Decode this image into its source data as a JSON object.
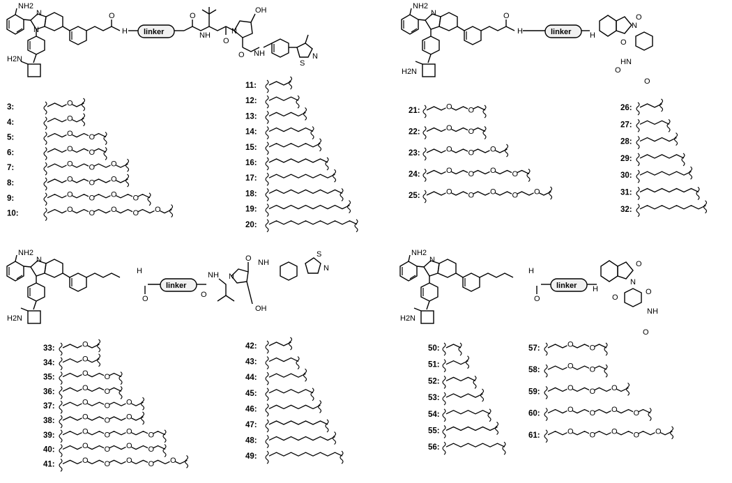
{
  "atoms": {
    "amine": "NH2",
    "amine_alt": "H2N",
    "nitrogen": "N",
    "nh": "NH",
    "hn": "HN",
    "h": "H",
    "oxygen": "O",
    "hydroxyl": "OH",
    "sulfur": "S",
    "linker": "linker"
  },
  "panels": [
    {
      "name": "vhl-amide",
      "chains": [
        {
          "label": "3:",
          "kind": "peg",
          "n": 1
        },
        {
          "label": "4:",
          "kind": "peg",
          "n": 1
        },
        {
          "label": "5:",
          "kind": "peg",
          "n": 2
        },
        {
          "label": "6:",
          "kind": "peg",
          "n": 2
        },
        {
          "label": "7:",
          "kind": "peg",
          "n": 3
        },
        {
          "label": "8:",
          "kind": "peg",
          "n": 3
        },
        {
          "label": "9:",
          "kind": "peg",
          "n": 4
        },
        {
          "label": "10:",
          "kind": "peg",
          "n": 5
        },
        {
          "label": "11:",
          "kind": "alkyl",
          "n": 2
        },
        {
          "label": "12:",
          "kind": "alkyl",
          "n": 3
        },
        {
          "label": "13:",
          "kind": "alkyl",
          "n": 4
        },
        {
          "label": "14:",
          "kind": "alkyl",
          "n": 5
        },
        {
          "label": "15:",
          "kind": "alkyl",
          "n": 6
        },
        {
          "label": "16:",
          "kind": "alkyl",
          "n": 7
        },
        {
          "label": "17:",
          "kind": "alkyl",
          "n": 8
        },
        {
          "label": "18:",
          "kind": "alkyl",
          "n": 9
        },
        {
          "label": "19:",
          "kind": "alkyl",
          "n": 10
        },
        {
          "label": "20:",
          "kind": "alkyl",
          "n": 11
        }
      ]
    },
    {
      "name": "crbn-amide",
      "chains": [
        {
          "label": "21:",
          "kind": "peg",
          "n": 2
        },
        {
          "label": "22:",
          "kind": "peg",
          "n": 2
        },
        {
          "label": "23:",
          "kind": "peg",
          "n": 3
        },
        {
          "label": "24:",
          "kind": "peg",
          "n": 4
        },
        {
          "label": "25:",
          "kind": "peg",
          "n": 5
        },
        {
          "label": "26:",
          "kind": "alkyl",
          "n": 2
        },
        {
          "label": "27:",
          "kind": "alkyl",
          "n": 3
        },
        {
          "label": "28:",
          "kind": "alkyl",
          "n": 4
        },
        {
          "label": "29:",
          "kind": "alkyl",
          "n": 5
        },
        {
          "label": "30:",
          "kind": "alkyl",
          "n": 6
        },
        {
          "label": "31:",
          "kind": "alkyl",
          "n": 7
        },
        {
          "label": "32:",
          "kind": "alkyl",
          "n": 8
        }
      ]
    },
    {
      "name": "vhl-urea",
      "chains": [
        {
          "label": "33:",
          "kind": "peg",
          "n": 1
        },
        {
          "label": "34:",
          "kind": "peg",
          "n": 1
        },
        {
          "label": "35:",
          "kind": "peg",
          "n": 2
        },
        {
          "label": "36:",
          "kind": "peg",
          "n": 2
        },
        {
          "label": "37:",
          "kind": "peg",
          "n": 3
        },
        {
          "label": "38:",
          "kind": "peg",
          "n": 3
        },
        {
          "label": "39:",
          "kind": "peg",
          "n": 4
        },
        {
          "label": "40:",
          "kind": "peg",
          "n": 4
        },
        {
          "label": "41:",
          "kind": "peg",
          "n": 5
        },
        {
          "label": "42:",
          "kind": "alkyl",
          "n": 2
        },
        {
          "label": "43:",
          "kind": "alkyl",
          "n": 3
        },
        {
          "label": "44:",
          "kind": "alkyl",
          "n": 4
        },
        {
          "label": "45:",
          "kind": "alkyl",
          "n": 5
        },
        {
          "label": "46:",
          "kind": "alkyl",
          "n": 6
        },
        {
          "label": "47:",
          "kind": "alkyl",
          "n": 7
        },
        {
          "label": "48:",
          "kind": "alkyl",
          "n": 8
        },
        {
          "label": "49:",
          "kind": "alkyl",
          "n": 9
        }
      ]
    },
    {
      "name": "crbn-urea",
      "chains": [
        {
          "label": "50:",
          "kind": "alkyl",
          "n": 1
        },
        {
          "label": "51:",
          "kind": "alkyl",
          "n": 2
        },
        {
          "label": "52:",
          "kind": "alkyl",
          "n": 3
        },
        {
          "label": "53:",
          "kind": "alkyl",
          "n": 4
        },
        {
          "label": "54:",
          "kind": "alkyl",
          "n": 5
        },
        {
          "label": "55:",
          "kind": "alkyl",
          "n": 6
        },
        {
          "label": "56:",
          "kind": "alkyl",
          "n": 7
        },
        {
          "label": "57:",
          "kind": "peg",
          "n": 2
        },
        {
          "label": "58:",
          "kind": "peg",
          "n": 2
        },
        {
          "label": "59:",
          "kind": "peg",
          "n": 3
        },
        {
          "label": "60:",
          "kind": "peg",
          "n": 4
        },
        {
          "label": "61:",
          "kind": "peg",
          "n": 5
        }
      ]
    }
  ]
}
